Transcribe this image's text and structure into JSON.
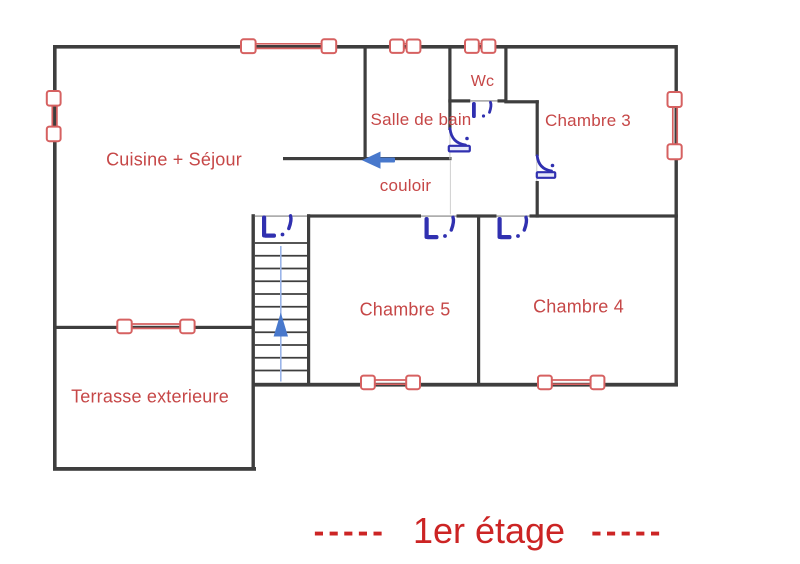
{
  "caption": {
    "dashes": "-----",
    "text": "1er étage"
  },
  "rooms": {
    "cuisine": {
      "label": "Cuisine + Séjour"
    },
    "salle_de_bain": {
      "label": "Salle de bain"
    },
    "wc": {
      "label": "Wc"
    },
    "chambre3": {
      "label": "Chambre 3"
    },
    "couloir": {
      "label": "couloir"
    },
    "chambre5": {
      "label": "Chambre 5"
    },
    "chambre4": {
      "label": "Chambre 4"
    },
    "terrasse": {
      "label": "Terrasse exterieure"
    }
  },
  "stairs": {
    "tread_count": 11,
    "direction": "up"
  },
  "colors": {
    "wall": "#3e3e3e",
    "wall_thin": "#9a9a9a",
    "window": "#d66161",
    "door": "#3030b0",
    "door_leaf_fill": "#e6e9f8",
    "label_text": "#c64747",
    "caption_text": "#cc2424",
    "arrow": "#4878cc",
    "stair_guide": "#9ab4e8",
    "background": "#ffffff"
  }
}
